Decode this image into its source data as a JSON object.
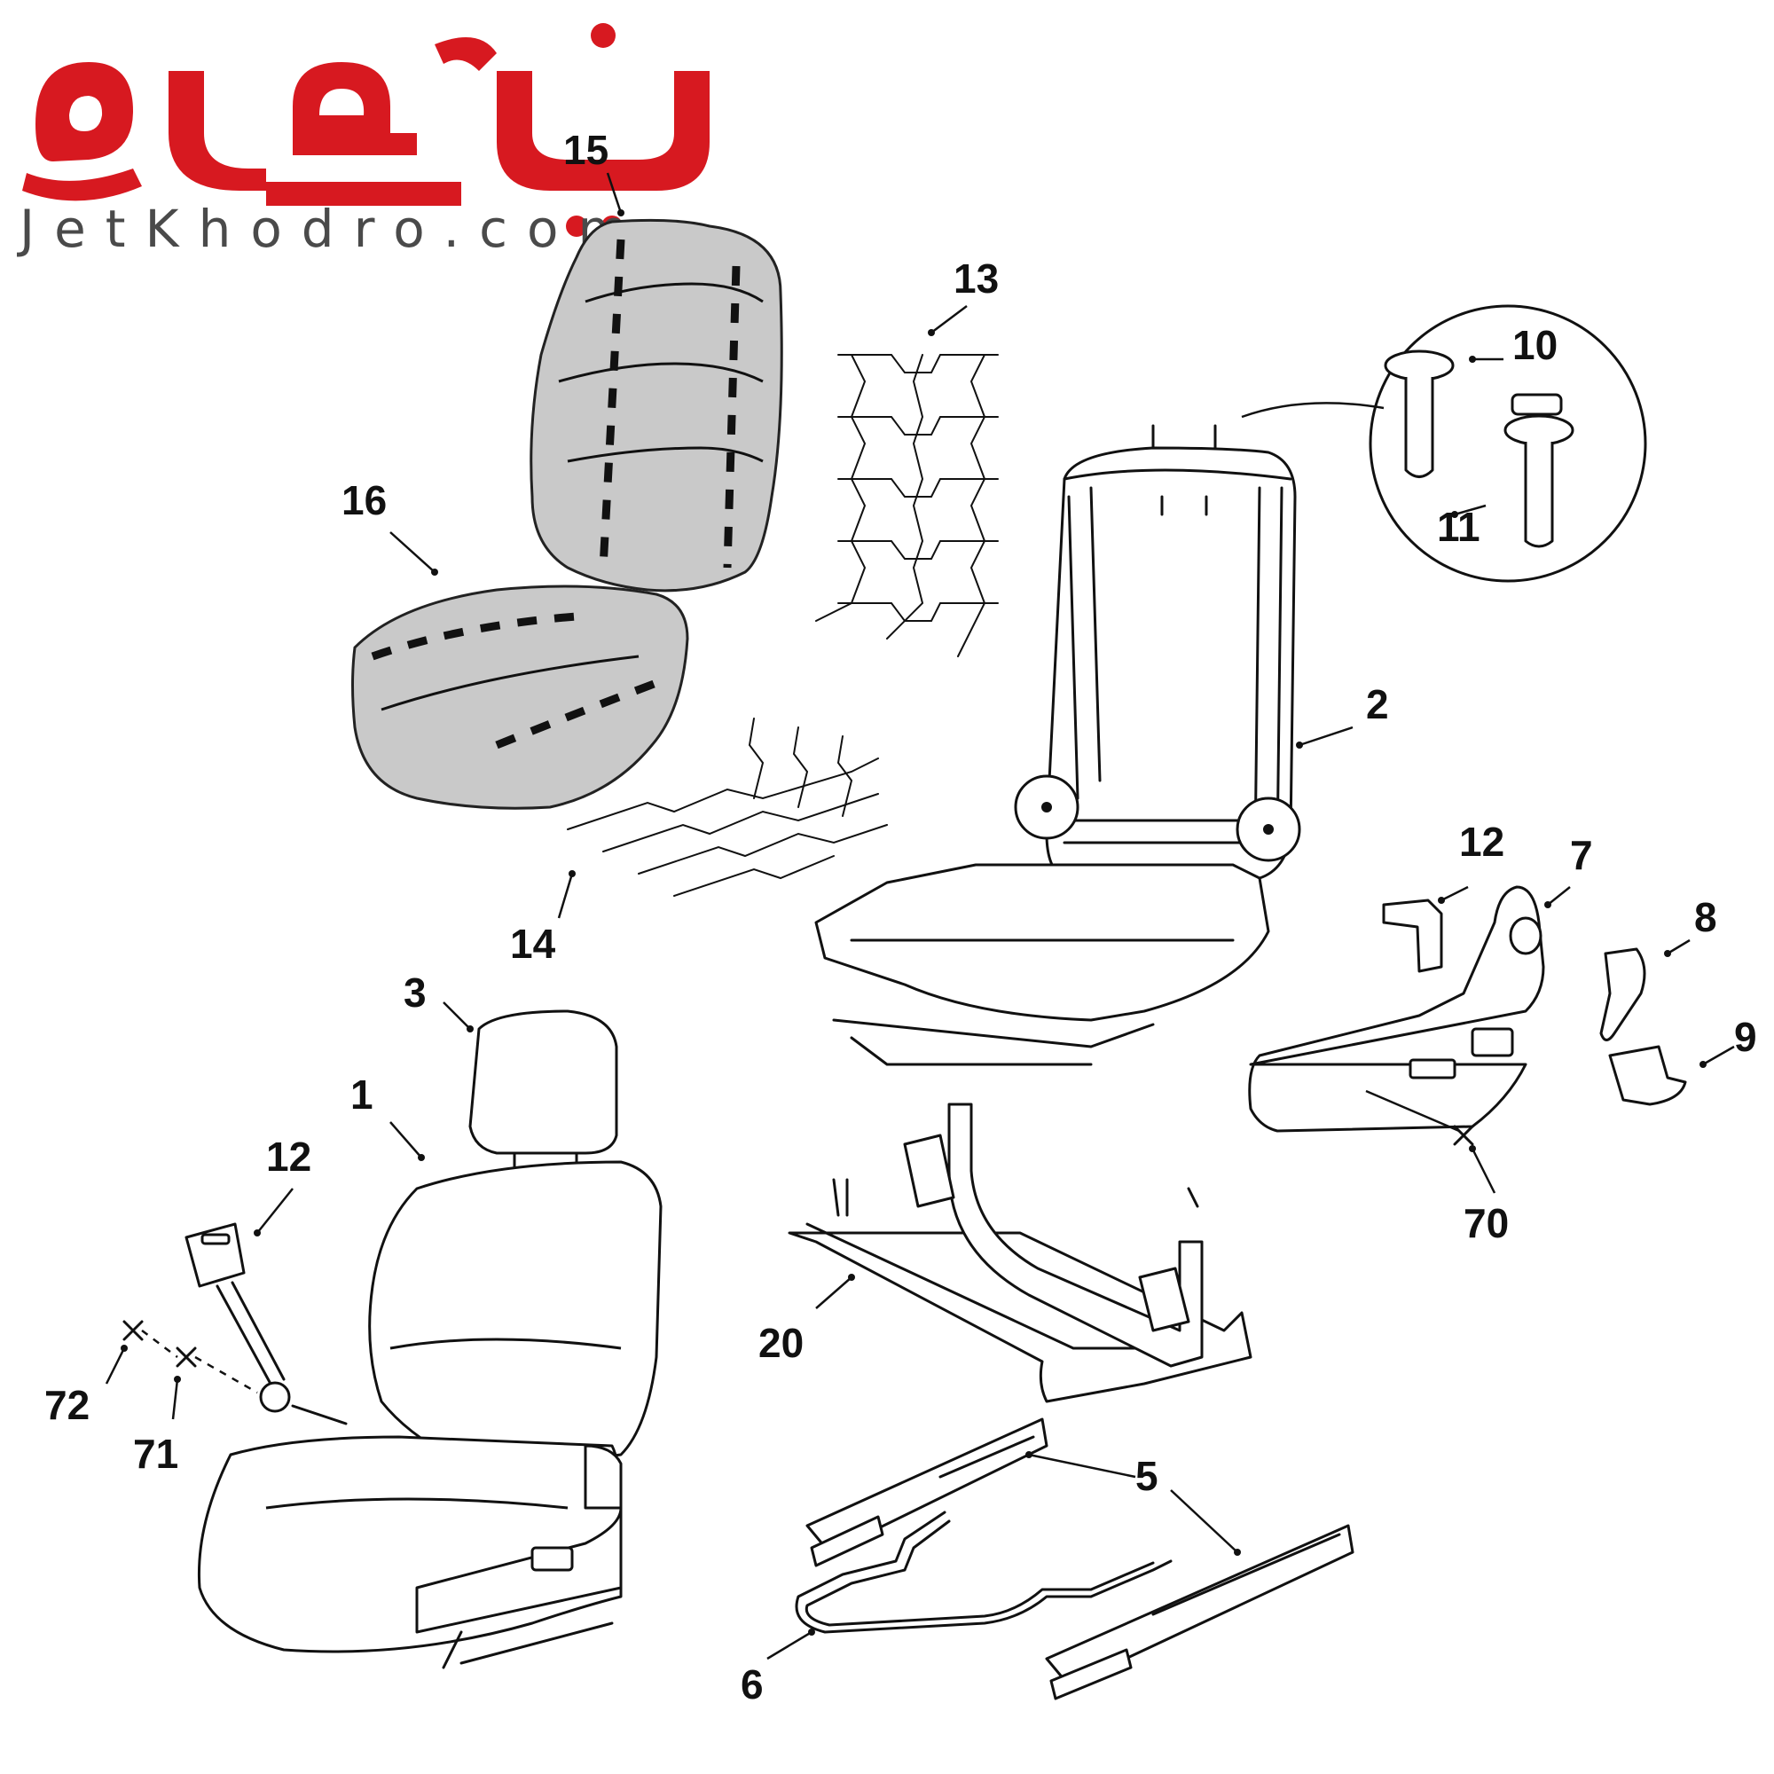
{
  "logo": {
    "persian": "جت خودرو",
    "latin": "JetKhodro.com",
    "color": "#d71920"
  },
  "callouts": {
    "c1": "1",
    "c2": "2",
    "c3": "3",
    "c5": "5",
    "c6": "6",
    "c7": "7",
    "c8": "8",
    "c9": "9",
    "c10": "10",
    "c11": "11",
    "c12a": "12",
    "c12b": "12",
    "c13": "13",
    "c14": "14",
    "c15": "15",
    "c16": "16",
    "c20": "20",
    "c70": "70",
    "c71": "71",
    "c72": "72"
  }
}
